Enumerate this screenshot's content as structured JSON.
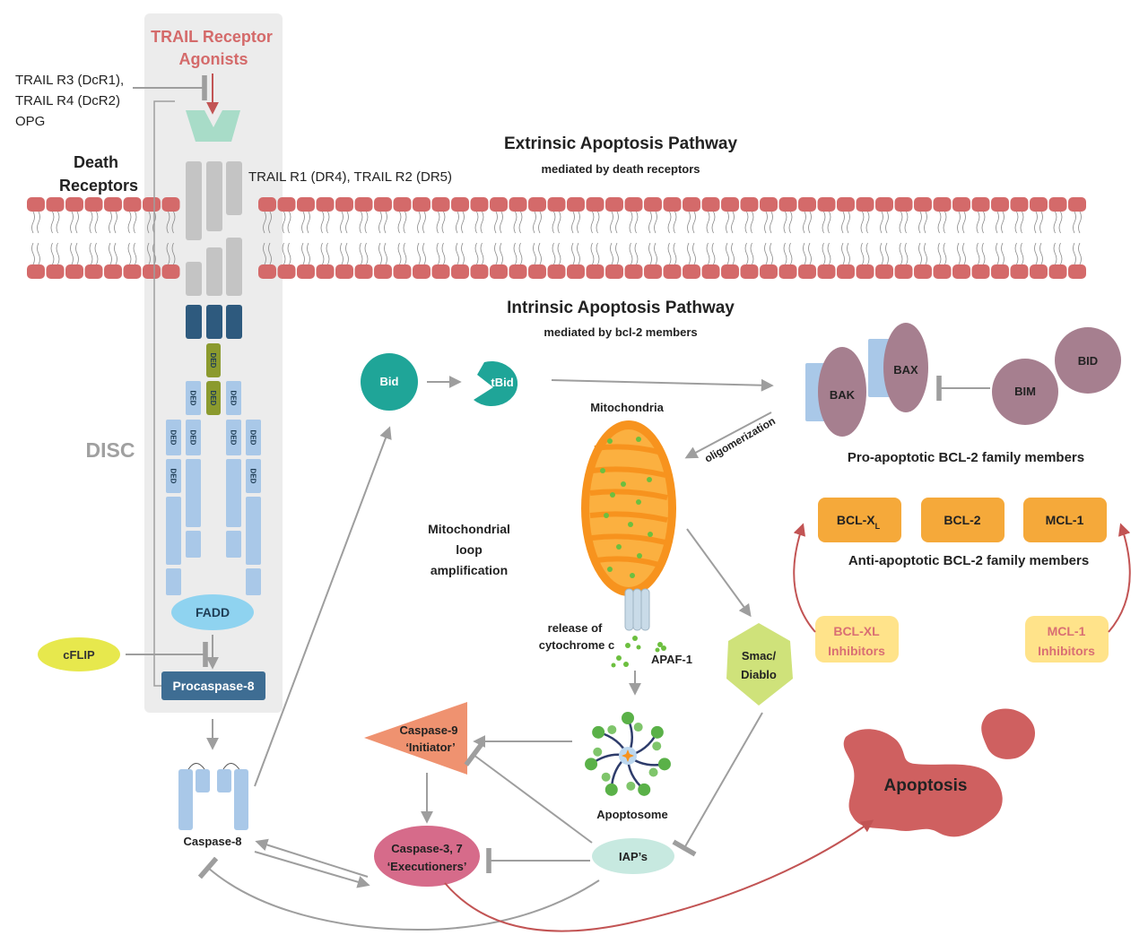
{
  "agonists": {
    "line1": "TRAIL Receptor",
    "line2": "Agonists"
  },
  "decoys": {
    "line1": "TRAIL R3 (DcR1),",
    "line2": "TRAIL R4 (DcR2)",
    "line3": "OPG"
  },
  "death_receptors": {
    "line1": "Death",
    "line2": "Receptors"
  },
  "receptor_names": "TRAIL R1 (DR4), TRAIL R2 (DR5)",
  "extrinsic": {
    "title": "Extrinsic Apoptosis Pathway",
    "subtitle": "mediated by death receptors"
  },
  "intrinsic": {
    "title": "Intrinsic Apoptosis Pathway",
    "subtitle": "mediated by bcl-2 members"
  },
  "disc": "DISC",
  "ded": "DED",
  "fadd": "FADD",
  "cflip": "cFLIP",
  "procaspase8": "Procaspase-8",
  "caspase8": "Caspase-8",
  "bid": "Bid",
  "tbid": "tBid",
  "mitochondria": "Mitochondria",
  "oligomerization": "oligomerization",
  "loop": {
    "line1": "Mitochondrial",
    "line2": "loop",
    "line3": "amplification"
  },
  "cytochrome": {
    "line1": "release of",
    "line2": "cytochrome c"
  },
  "apaf1": "APAF-1",
  "smac": {
    "line1": "Smac/",
    "line2": "Diablo"
  },
  "apoptosome": "Apoptosome",
  "caspase9": {
    "line1": "Caspase-9",
    "line2": "‘Initiator’"
  },
  "caspase37": {
    "line1": "Caspase-3, 7",
    "line2": "‘Executioners’"
  },
  "iaps": "IAP’s",
  "apoptosis": "Apoptosis",
  "pro_apoptotic": {
    "bak": "BAK",
    "bax": "BAX",
    "bim": "BIM",
    "bid": "BID",
    "label": "Pro-apoptotic BCL-2 family members"
  },
  "anti_apoptotic": {
    "bclxl": "BCL-X",
    "bclxl_sub": "L",
    "bcl2": "BCL-2",
    "mcl1": "MCL-1",
    "label": "Anti-apoptotic BCL-2 family members"
  },
  "inhibitors": {
    "bclxl": {
      "line1": "BCL-XL",
      "line2": "Inhibitors"
    },
    "mcl1": {
      "line1": "MCL-1",
      "line2": "Inhibitors"
    }
  },
  "colors": {
    "membrane_head": "#d46a6a",
    "disc_panel": "#ececec",
    "receptor_gray": "#c4c4c4",
    "death_domain": "#2e5a7e",
    "ded_green": "#8b9a2e",
    "ded_blue": "#a9c8e8",
    "fadd": "#8fd3f0",
    "teal": "#1fa598",
    "purple": "#a67f8f",
    "orange": "#f5a93a",
    "pink": "#d66b8a",
    "salmon": "#ef9270",
    "apoptosis": "#cf6060",
    "inhibitor_fill": "#ffe38a",
    "inhibitor_text": "#d96f73",
    "arrow_gray": "#9e9e9e",
    "red_arrow": "#c25454"
  }
}
